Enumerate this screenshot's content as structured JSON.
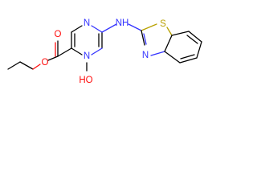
{
  "molecule": {
    "atom_labels": {
      "ring_n_top": "N",
      "ring_n_bottom": "N",
      "amine_nh": "NH",
      "benzothiazole_s": "S",
      "benzothiazole_n": "N",
      "hydroxyl": "HO",
      "ester_o_single": "O",
      "carbonyl_o": "O"
    },
    "colors": {
      "carbon_bond": "#000000",
      "nitrogen": "#3333ff",
      "oxygen": "#ff0d0d",
      "sulfur": "#b8a000",
      "background": "#ffffff"
    }
  }
}
